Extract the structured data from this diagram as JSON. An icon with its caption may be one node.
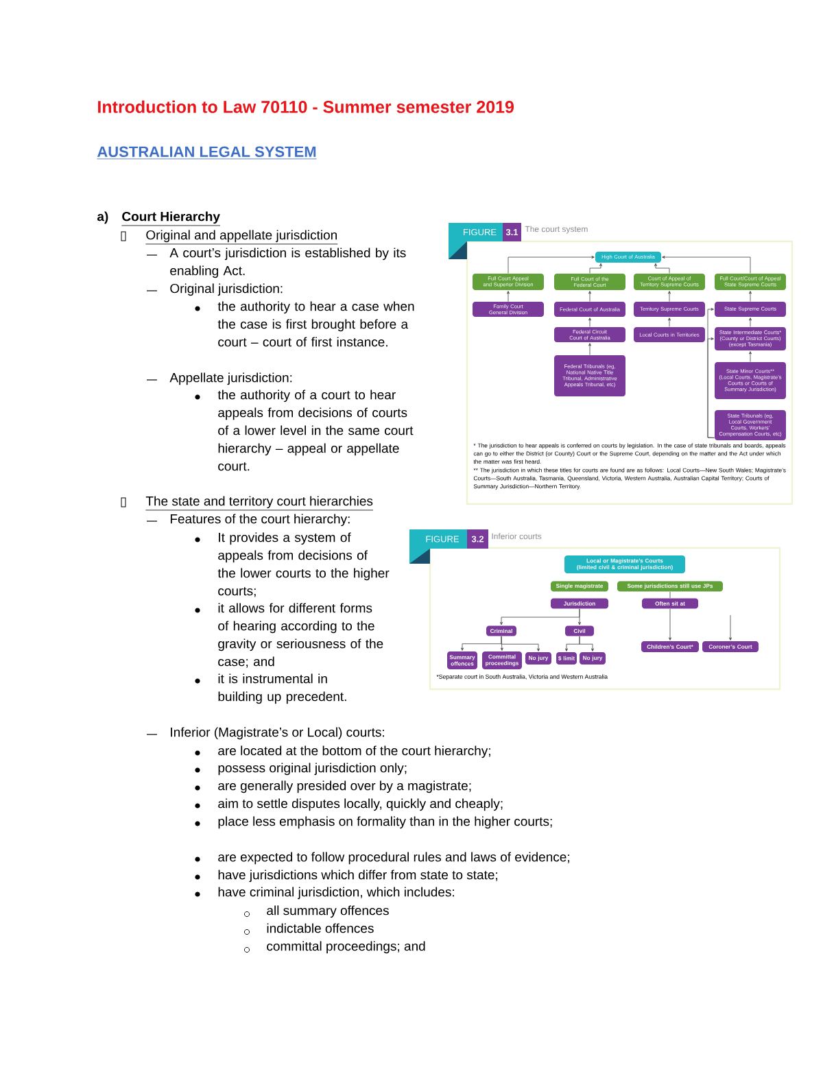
{
  "diagram": {
    "title": "Introduction to Law 70110 - Summer semester 2019",
    "nodes": [
      {
        "text": [
          "High Court of Australia"
        ]
      },
      {
        "text": [
          "Full Court Appeal and Superior Division"
        ]
      },
      {
        "text": [
          "Full Court of the Federal Court"
        ]
      },
      {
        "text": [
          "Court of Appeal of Territory Supreme Courts"
        ]
      },
      {
        "text": [
          "Full Court/Court of Appeal State Supreme Courts"
        ]
      },
      {
        "text": [
          "Family Court General Division"
        ]
      },
      {
        "text": [
          "Federal Court of Australia"
        ]
      },
      {
        "text": [
          "Territory Supreme Courts"
        ]
      },
      {
        "text": [
          "State Supreme Courts"
        ]
      },
      {
        "text": [
          "Federal Circuit Court of Australia"
        ]
      },
      {
        "text": [
          "Local Courts in Territories"
        ]
      },
      {
        "text": [
          "State Intermediate Courts* (County or District Courts) (except Tasmania)"
        ]
      },
      {
        "text": [
          "Federal Tribunals (eg, National Native Title Tribunal, Administrative Appeals Tribunal, etc)"
        ]
      },
      {
        "text": [
          "State Minor Courts** (Local Courts, Magistrate’s Courts or Courts of Summary Jurisdiction)"
        ]
      },
      {
        "text": [
          "State Tribunals (eg, Local Government Courts, Workers’ Compensation Courts, etc)"
        ]
      },
      {
        "text": [
          "Local or Magistrate’s Courts (limited civil & criminal jurisdiction)"
        ]
      },
      {
        "text": [
          "Single magistrate"
        ]
      },
      {
        "text": [
          "Some jurisdictions still use JPs"
        ]
      },
      {
        "text": [
          "Jurisdiction"
        ]
      },
      {
        "text": [
          "Often sit at"
        ]
      },
      {
        "text": [
          "Criminal"
        ]
      },
      {
        "text": [
          "Civil"
        ]
      },
      {
        "text": [
          "Summary offences"
        ]
      },
      {
        "text": [
          "Committal proceedings"
        ]
      },
      {
        "text": [
          "No jury"
        ]
      },
      {
        "text": [
          "$ limit"
        ]
      },
      {
        "text": [
          "No jury"
        ]
      },
      {
        "text": [
          "Children’s Court*"
        ]
      },
      {
        "text": [
          "Coroner’s Court"
        ]
      }
    ],
    "edges": [
      {
        "from": 2,
        "to": 0,
        "arrow": "to"
      },
      {
        "from": 1,
        "to": 0,
        "arrow": "to"
      },
      {
        "from": 3,
        "to": 0,
        "arrow": "to"
      },
      {
        "from": 4,
        "to": 0,
        "arrow": "to"
      },
      {
        "from": 5,
        "to": 1,
        "arrow": "to"
      },
      {
        "from": 6,
        "to": 2,
        "arrow": "to"
      },
      {
        "from": 7,
        "to": 3,
        "arrow": "to"
      },
      {
        "from": 8,
        "to": 4,
        "arrow": "to"
      },
      {
        "from": 9,
        "to": 6,
        "arrow": "to"
      },
      {
        "from": 10,
        "to": 7,
        "arrow": "to"
      },
      {
        "from": 14,
        "to": 8,
        "arrow": "to"
      },
      {
        "from": 14,
        "to": 11,
        "arrow": "to"
      },
      {
        "from": 11,
        "to": 8,
        "arrow": "to"
      },
      {
        "from": 12,
        "to": 9,
        "arrow": "to"
      },
      {
        "from": 13,
        "to": 11,
        "arrow": "to"
      },
      {
        "from": 17,
        "to": 19,
        "arrow": "none"
      },
      {
        "from": 19,
        "to": 27,
        "arrow": "to"
      },
      {
        "from": null,
        "to": 28,
        "arrow": "to"
      },
      {
        "from": 18,
        "to": 20,
        "arrow": "to"
      },
      {
        "from": 18,
        "to": 21,
        "arrow": "to"
      },
      {
        "from": 20,
        "to": 22,
        "arrow": "to"
      },
      {
        "from": 20,
        "to": 23,
        "arrow": "to"
      },
      {
        "from": 20,
        "to": 24,
        "arrow": "to"
      },
      {
        "from": 21,
        "to": 25,
        "arrow": "to"
      },
      {
        "from": 21,
        "to": 26,
        "arrow": "to"
      }
    ],
    "labels": [
      "AUSTRALIAN LEGAL SYSTEM",
      "a)",
      "Court Hierarchy",
      "Original and appellate jurisdiction",
      "A court’s jurisdiction is established by its enabling Act.",
      "Original jurisdiction:",
      "the authority to hear a case when the case is first brought before a court – court of first instance.",
      "Appellate jurisdiction:",
      "the authority of a court to hear appeals from decisions of courts of a lower level in the same court hierarchy – appeal or appellate court.",
      "The state and territory court hierarchies",
      "Features of the court hierarchy:",
      "It provides a system of appeals from decisions of the lower courts to the higher courts;",
      "it allows for different forms of hearing according to the gravity or seriousness of the case; and",
      "it is instrumental in building up precedent.",
      "Inferior (Magistrate’s or Local) courts:",
      "are located at the bottom of the court hierarchy;",
      "possess original jurisdiction only;",
      "are generally presided over by a magistrate;",
      "aim to settle disputes locally, quickly and cheaply;",
      "place less emphasis on formality than in the higher courts;",
      "are expected to follow procedural rules and laws of evidence;",
      "have jurisdictions which differ from state to state;",
      "have criminal jurisdiction, which includes:",
      "all summary offences",
      "indictable offences",
      "committal proceedings; and",
      "FIGURE",
      "3.1",
      "The court system",
      "* The jurisdiction to hear appeals is conferred on courts by legislation. In the case of state tribunals and boards, appeals can go to either the District (or County) Court or the Supreme Court, depending on the matter and the Act under which the matter was first heard.",
      "** The jurisdiction in which these titles for courts are found are as follows: Local Courts—New South Wales; Magistrate’s Courts—South Australia, Tasmania, Queensland, Victoria, Western Australia, Australian Capital Territory; Courts of Summary Jurisdiction—Northern Territory.",
      "FIGURE",
      "3.2",
      "Inferior courts",
      "*Separate court in South Australia, Victoria and Western Australia"
    ]
  }
}
